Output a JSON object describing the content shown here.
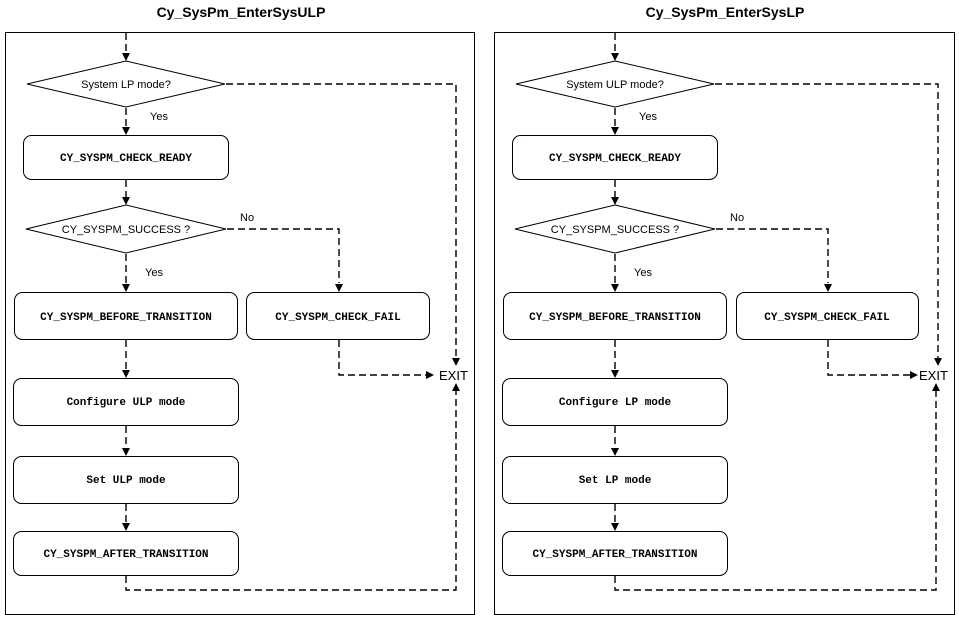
{
  "left": {
    "title": "Cy_SysPm_EnterSysULP",
    "decision_mode": "System LP mode?",
    "yes_1": "Yes",
    "check_ready": "CY_SYSPM_CHECK_READY",
    "decision_success": "CY_SYSPM_SUCCESS ?",
    "no": "No",
    "yes_2": "Yes",
    "before_transition": "CY_SYSPM_BEFORE_TRANSITION",
    "check_fail": "CY_SYSPM_CHECK_FAIL",
    "exit": "EXIT",
    "configure": "Configure ULP mode",
    "set_mode": "Set ULP mode",
    "after_transition": "CY_SYSPM_AFTER_TRANSITION"
  },
  "right": {
    "title": "Cy_SysPm_EnterSysLP",
    "decision_mode": "System ULP mode?",
    "yes_1": "Yes",
    "check_ready": "CY_SYSPM_CHECK_READY",
    "decision_success": "CY_SYSPM_SUCCESS ?",
    "no": "No",
    "yes_2": "Yes",
    "before_transition": "CY_SYSPM_BEFORE_TRANSITION",
    "check_fail": "CY_SYSPM_CHECK_FAIL",
    "exit": "EXIT",
    "configure": "Configure LP mode",
    "set_mode": "Set LP mode",
    "after_transition": "CY_SYSPM_AFTER_TRANSITION"
  }
}
